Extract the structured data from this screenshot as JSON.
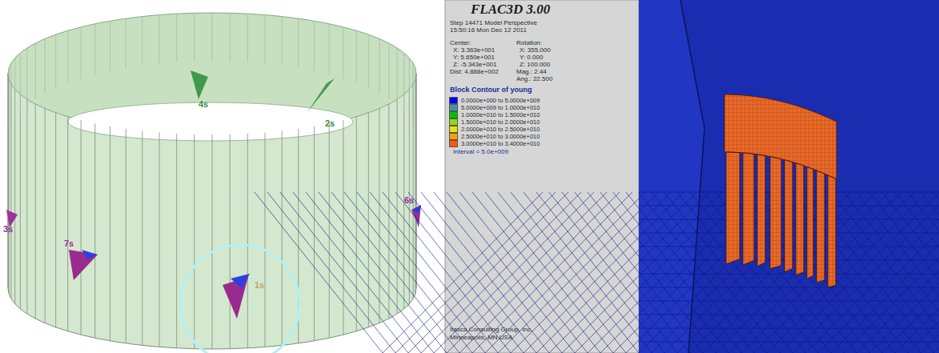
{
  "diagram": {
    "labels": [
      "4s",
      "2s",
      "3s",
      "6s",
      "7s",
      "1s",
      "FLAC3D 3.00",
      "Step 14471 Model Perspective",
      "15:50:16 Mon Dec 12 2011",
      "Center:",
      "Rotation:",
      "X: 3.363e+001",
      "Y: 5.650e+001",
      "Z: -5.343e+001",
      "Dist: 4.888e+002",
      "X: 355.000",
      "Y: 0.000",
      "Z: 100.000",
      "Mag.: 2.44",
      "Ang.: 22.500",
      "Block Contour of young",
      "Interval = 5.0e+009",
      "Itasca Consulting Group, Inc.",
      "Minneapolis, MN USA"
    ],
    "legend": [
      {
        "text": "0.0000e+000 to 5.0000e+009",
        "color": "#0000ff"
      },
      {
        "text": "5.0000e+009 to 1.0000e+010",
        "color": "#3a9a9a"
      },
      {
        "text": "1.0000e+010 to 1.5000e+010",
        "color": "#00c000"
      },
      {
        "text": "1.5000e+010 to 2.0000e+010",
        "color": "#8ae000"
      },
      {
        "text": "2.0000e+010 to 2.5000e+010",
        "color": "#e6e600"
      },
      {
        "text": "2.5000e+010 to 3.0000e+010",
        "color": "#ffa000"
      },
      {
        "text": "3.0000e+010 to 3.4000e+010",
        "color": "#ff5a00"
      }
    ]
  }
}
